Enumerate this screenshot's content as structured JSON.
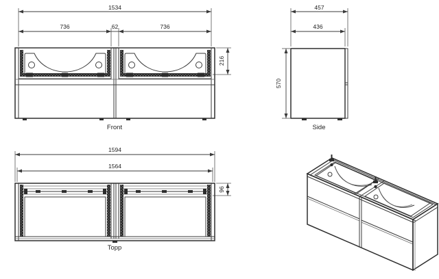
{
  "page": {
    "background_color": "#ffffff",
    "line_color": "#3a3a3a",
    "text_color": "#1f1f1f"
  },
  "views": {
    "front": {
      "label": "Front",
      "dims": {
        "overall_width": "1534",
        "left_basin_width": "736",
        "center_gap": "62",
        "right_basin_width": "736",
        "basin_section_height": "216"
      }
    },
    "side": {
      "label": "Side",
      "dims": {
        "overall_depth": "457",
        "carcass_depth": "436",
        "height": "570"
      }
    },
    "top": {
      "label": "Topp",
      "dims": {
        "overall_width": "1594",
        "inner_width": "1564",
        "back_rail_depth": "96"
      }
    }
  }
}
